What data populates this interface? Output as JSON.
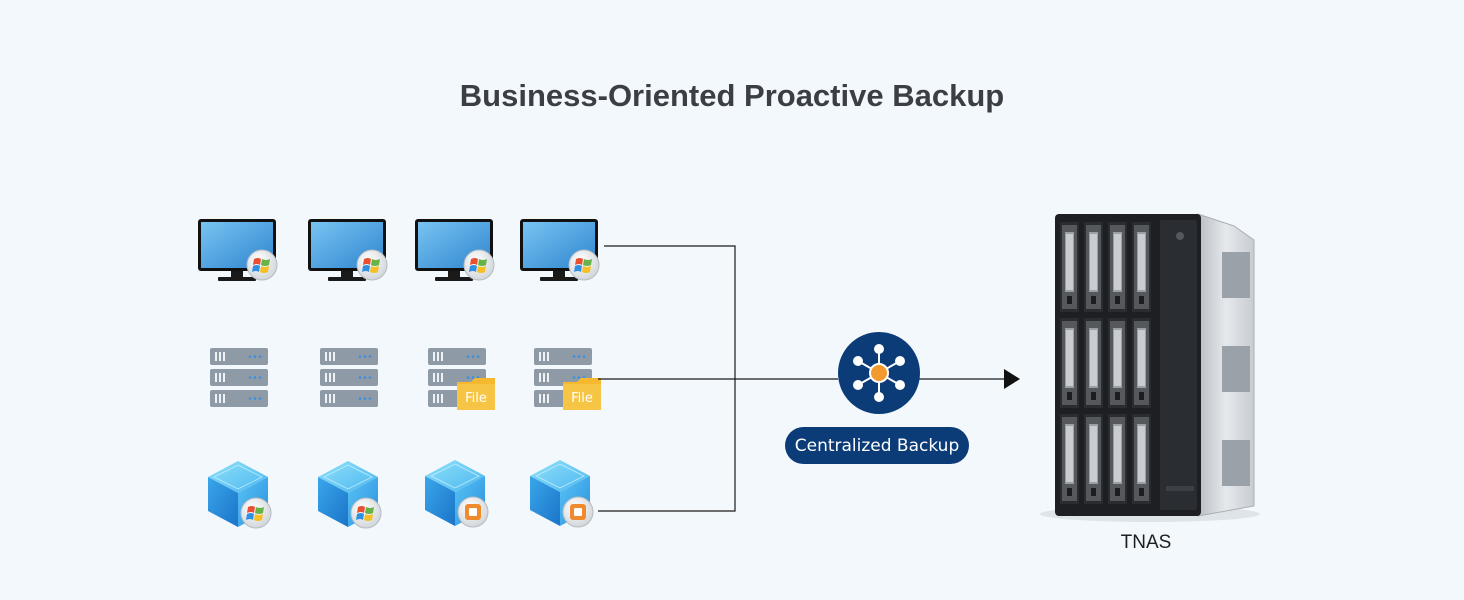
{
  "title": "Business-Oriented Proactive Backup",
  "hub_label": "Centralized Backup",
  "target_label": "TNAS",
  "file_label": "File",
  "rows": [
    {
      "kind": "pc",
      "icons": [
        "windows-pc",
        "windows-pc",
        "windows-pc",
        "windows-pc"
      ]
    },
    {
      "kind": "server",
      "icons": [
        "server",
        "server",
        "file-server",
        "file-server"
      ]
    },
    {
      "kind": "vm",
      "icons": [
        "windows-vm",
        "windows-vm",
        "vmware-vm",
        "vmware-vm"
      ]
    }
  ],
  "colors": {
    "background": "#f3f8fc",
    "title": "#3b3f44",
    "hub": "#0b3c78",
    "hub_center": "#f39a2e",
    "line": "#1a1a1a",
    "monitor_screen": "#4ea8e6",
    "server": "#8e9aa5",
    "file_folder": "#f5b82e",
    "cube": "#3aa0e6"
  }
}
